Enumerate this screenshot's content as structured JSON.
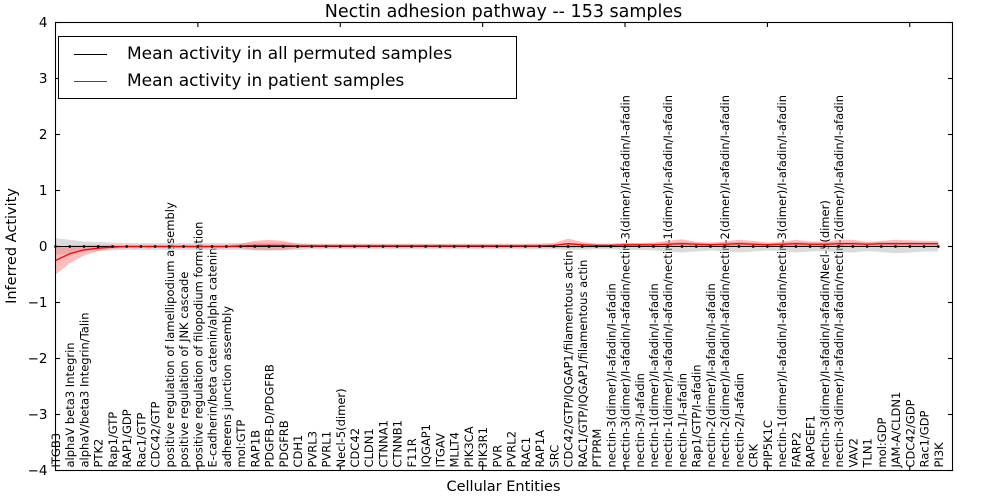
{
  "chart_data": {
    "type": "line",
    "title": "Nectin adhesion pathway -- 153 samples",
    "xlabel": "Cellular Entities",
    "ylabel": "Inferred Activity",
    "ylim": [
      -4,
      4
    ],
    "yticks": [
      -4,
      -3,
      -2,
      -1,
      0,
      1,
      2,
      3,
      4
    ],
    "xticks_major": [
      10,
      20,
      30,
      40,
      50,
      60
    ],
    "grid": false,
    "legend_position": "upper left",
    "categories": [
      "ITGB3",
      "alphaV beta3 Integrin",
      "alphaV/beta3 Integrin/Talin",
      "PTK2",
      "Rap1/GTP",
      "RAP1/GDP",
      "Rac1/GTP",
      "CDC42/GTP",
      "positive regulation of lamellipodium assembly",
      "positive regulation of JNK cascade",
      "positive regulation of filopodium formation",
      "E-cadherin/beta catenin/alpha catenin",
      "adherens junction assembly",
      "mol:GTP",
      "RAP1B",
      "PDGFB-D/PDGFRB",
      "PDGFRB",
      "CDH1",
      "PVRL3",
      "PVRL1",
      "Necl-5(dimer)",
      "CDC42",
      "CLDN1",
      "CTNNA1",
      "CTNNB1",
      "F11R",
      "IQGAP1",
      "ITGAV",
      "MLLT4",
      "PIK3CA",
      "PIK3R1",
      "PVR",
      "PVRL2",
      "RAC1",
      "RAP1A",
      "SRC",
      "CDC42/GTP/IQGAP1/filamentous actin",
      "RAC1/GTP/IQGAP1/filamentous actin",
      "PTPRM",
      "nectin-3(dimer)/I-afadin/I-afadin",
      "nectin-3(dimer)/I-afadin/I-afadin/nectin-3(dimer)/I-afadin/I-afadin",
      "nectin-3/I-afadin",
      "nectin-1(dimer)/I-afadin/I-afadin",
      "nectin-1(dimer)/I-afadin/I-afadin/nectin-1(dimer)/I-afadin/I-afadin",
      "nectin-1/I-afadin",
      "Rap1/GTP/I-afadin",
      "nectin-2(dimer)/I-afadin/I-afadin",
      "nectin-2(dimer)/I-afadin/I-afadin/nectin-2(dimer)/I-afadin/I-afadin",
      "nectin-2/I-afadin",
      "CRK",
      "PIP5K1C",
      "nectin-1(dimer)/I-afadin/I-afadin/nectin-3(dimer)/I-afadin/I-afadin",
      "FARP2",
      "RAPGEF1",
      "nectin-3(dimer)/I-afadin/I-afadin/Necl-5(dimer)",
      "nectin-3(dimer)/I-afadin/I-afadin/nectin-2(dimer)/I-afadin/I-afadin",
      "VAV2",
      "TLN1",
      "mol:GDP",
      "JAM-A/CLDN1",
      "CDC42/GDP",
      "Rac1/GDP",
      "PI3K"
    ],
    "series": [
      {
        "name": "Mean activity in all permuted samples",
        "color": "#000000",
        "band_color": "#bdbdbd",
        "markers": true,
        "values": [
          0,
          0,
          0,
          0,
          0,
          0,
          0,
          0,
          0,
          0,
          0,
          0,
          0,
          0,
          0,
          0,
          0,
          0,
          0,
          0,
          0,
          0,
          0,
          0,
          0,
          0,
          0,
          0,
          0,
          0,
          0,
          0,
          0,
          0,
          0,
          0,
          0,
          0,
          0,
          0,
          0,
          0,
          0,
          0,
          0,
          0,
          0,
          0,
          0,
          0,
          0,
          0,
          0,
          0,
          0,
          0,
          0,
          0,
          0,
          0,
          0,
          0,
          0
        ],
        "band_upper": [
          0.15,
          0.12,
          0.09,
          0.08,
          0.07,
          0.06,
          0.06,
          0.06,
          0.06,
          0.06,
          0.06,
          0.06,
          0.06,
          0.06,
          0.07,
          0.07,
          0.07,
          0.06,
          0.05,
          0.05,
          0.05,
          0.05,
          0.05,
          0.05,
          0.05,
          0.05,
          0.05,
          0.05,
          0.05,
          0.05,
          0.05,
          0.05,
          0.05,
          0.05,
          0.05,
          0.05,
          0.06,
          0.06,
          0.05,
          0.05,
          0.06,
          0.06,
          0.06,
          0.07,
          0.08,
          0.07,
          0.06,
          0.07,
          0.08,
          0.07,
          0.06,
          0.07,
          0.08,
          0.07,
          0.07,
          0.08,
          0.08,
          0.07,
          0.08,
          0.08,
          0.08,
          0.07,
          0.07
        ],
        "band_lower": [
          -0.15,
          -0.12,
          -0.09,
          -0.08,
          -0.07,
          -0.06,
          -0.06,
          -0.06,
          -0.06,
          -0.06,
          -0.06,
          -0.06,
          -0.06,
          -0.06,
          -0.07,
          -0.07,
          -0.07,
          -0.06,
          -0.05,
          -0.05,
          -0.05,
          -0.05,
          -0.05,
          -0.05,
          -0.05,
          -0.05,
          -0.05,
          -0.05,
          -0.05,
          -0.05,
          -0.05,
          -0.05,
          -0.05,
          -0.05,
          -0.05,
          -0.05,
          -0.06,
          -0.06,
          -0.05,
          -0.05,
          -0.06,
          -0.06,
          -0.07,
          -0.09,
          -0.11,
          -0.09,
          -0.07,
          -0.09,
          -0.11,
          -0.09,
          -0.07,
          -0.08,
          -0.11,
          -0.09,
          -0.08,
          -0.1,
          -0.11,
          -0.08,
          -0.1,
          -0.12,
          -0.11,
          -0.09,
          -0.09
        ]
      },
      {
        "name": "Mean activity in patient samples",
        "color": "#ff0000",
        "band_color": "#ff6a6a",
        "markers": false,
        "values": [
          -0.25,
          -0.13,
          -0.06,
          -0.03,
          -0.01,
          0,
          0,
          0,
          0,
          0,
          0,
          0,
          0,
          0.01,
          0.02,
          0.02,
          0.02,
          0.01,
          0.01,
          0.01,
          0.01,
          0.01,
          0.01,
          0.01,
          0.01,
          0.01,
          0.01,
          0.01,
          0.01,
          0.01,
          0.01,
          0.01,
          0.01,
          0.01,
          0.01,
          0.02,
          0.05,
          0.03,
          0.02,
          0.02,
          0.03,
          0.03,
          0.03,
          0.04,
          0.05,
          0.04,
          0.03,
          0.04,
          0.05,
          0.04,
          0.03,
          0.04,
          0.05,
          0.04,
          0.04,
          0.05,
          0.05,
          0.04,
          0.05,
          0.05,
          0.05,
          0.05,
          0.05
        ],
        "band_upper": [
          -0.02,
          0.02,
          0.03,
          0.03,
          0.03,
          0.03,
          0.03,
          0.03,
          0.03,
          0.03,
          0.03,
          0.03,
          0.03,
          0.05,
          0.1,
          0.12,
          0.1,
          0.05,
          0.04,
          0.04,
          0.04,
          0.04,
          0.04,
          0.04,
          0.04,
          0.04,
          0.04,
          0.04,
          0.04,
          0.04,
          0.04,
          0.04,
          0.04,
          0.04,
          0.05,
          0.06,
          0.14,
          0.08,
          0.05,
          0.05,
          0.06,
          0.06,
          0.07,
          0.1,
          0.13,
          0.08,
          0.07,
          0.09,
          0.12,
          0.1,
          0.07,
          0.08,
          0.12,
          0.09,
          0.08,
          0.12,
          0.12,
          0.08,
          0.1,
          0.12,
          0.11,
          0.1,
          0.1
        ],
        "band_lower": [
          -0.5,
          -0.3,
          -0.16,
          -0.08,
          -0.04,
          -0.03,
          -0.03,
          -0.03,
          -0.03,
          -0.03,
          -0.03,
          -0.03,
          -0.03,
          -0.03,
          -0.06,
          -0.07,
          -0.06,
          -0.03,
          -0.02,
          -0.02,
          -0.02,
          -0.02,
          -0.02,
          -0.02,
          -0.02,
          -0.02,
          -0.02,
          -0.02,
          -0.02,
          -0.02,
          -0.02,
          -0.02,
          -0.02,
          -0.02,
          -0.02,
          -0.02,
          -0.03,
          -0.02,
          -0.02,
          -0.02,
          -0.01,
          -0.01,
          -0.01,
          0,
          0,
          0,
          0,
          0,
          0,
          0,
          0,
          0,
          0,
          0,
          0,
          0,
          0,
          0,
          0,
          0,
          0,
          0,
          0
        ]
      }
    ]
  }
}
